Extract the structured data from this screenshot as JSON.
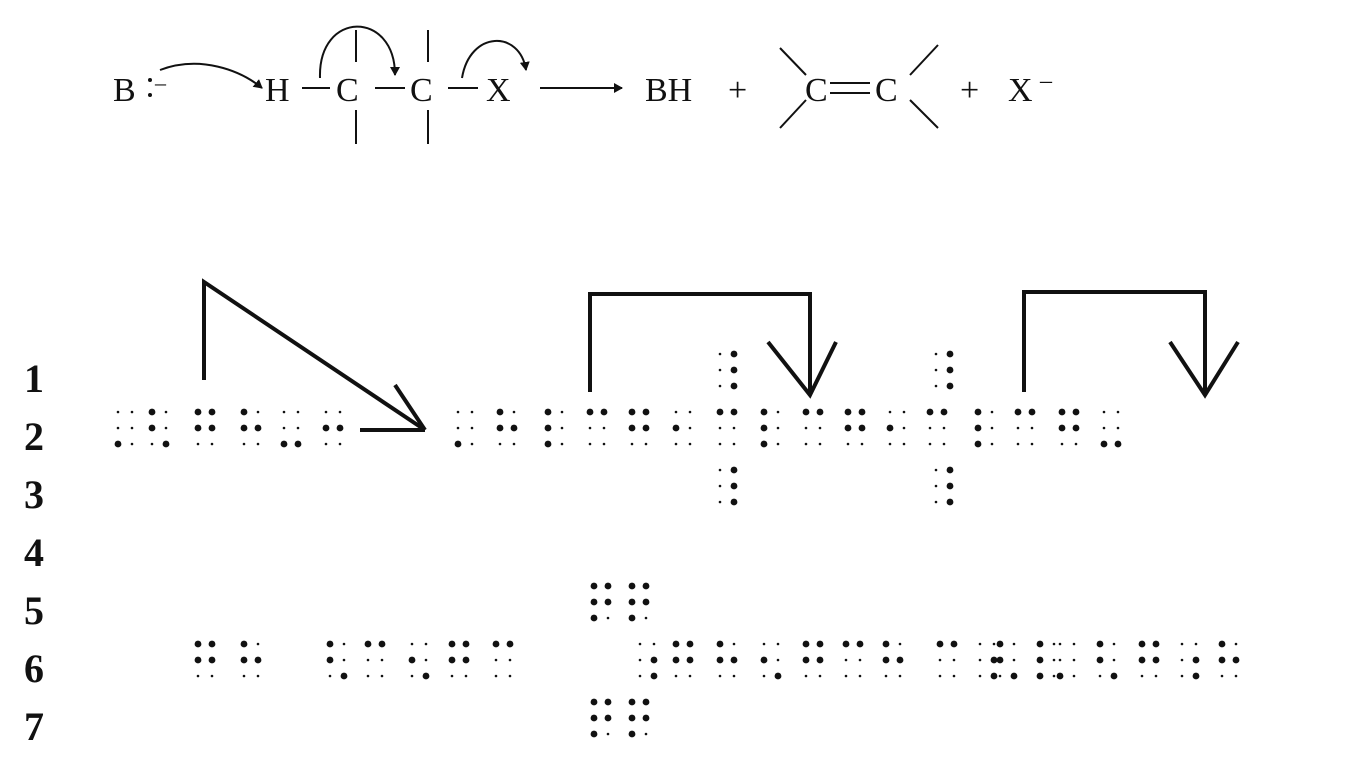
{
  "equation": {
    "base": "B",
    "base_charge": "–",
    "hydrogen": "H",
    "carbon_alpha": "C",
    "carbon_beta": "C",
    "leaving_group": "X",
    "product_bh": "BH",
    "plus_1": "+",
    "alkene_c1": "C",
    "alkene_c2": "C",
    "plus_2": "+",
    "halide": "X",
    "halide_charge": "–"
  },
  "braille": {
    "line_numbers": [
      "1",
      "2",
      "3",
      "4",
      "5",
      "6",
      "7"
    ],
    "cells": [
      {
        "line": 2,
        "dots": [
          3
        ]
      },
      {
        "line": 2,
        "dots": [
          1,
          2,
          6
        ]
      },
      {
        "line": 2,
        "dots": [
          1,
          2,
          4,
          5
        ]
      },
      {
        "line": 2,
        "dots": [
          1,
          2,
          5
        ]
      },
      {
        "line": 2,
        "dots": [
          3,
          6
        ]
      },
      {
        "line": 2,
        "dots": [
          2,
          5
        ]
      },
      {
        "line": 2,
        "dots": [
          3
        ]
      },
      {
        "line": 2,
        "dots": [
          1,
          2,
          5
        ]
      },
      {
        "line": 2,
        "dots": [
          1,
          2,
          3
        ]
      },
      {
        "line": 2,
        "dots": [
          1,
          4
        ]
      },
      {
        "line": 2,
        "dots": [
          1,
          2,
          4,
          5
        ]
      },
      {
        "line": 2,
        "dots": [
          2
        ]
      },
      {
        "line": 2,
        "dots": [
          1,
          4
        ]
      },
      {
        "line": 2,
        "dots": [
          1,
          2,
          3
        ]
      },
      {
        "line": 2,
        "dots": [
          1,
          4
        ]
      },
      {
        "line": 2,
        "dots": [
          1,
          2,
          4,
          5
        ]
      },
      {
        "line": 2,
        "dots": [
          2
        ]
      },
      {
        "line": 2,
        "dots": [
          1,
          4
        ]
      },
      {
        "line": 2,
        "dots": [
          1,
          2,
          3
        ]
      },
      {
        "line": 2,
        "dots": [
          1,
          4
        ]
      },
      {
        "line": 2,
        "dots": [
          1,
          2,
          4,
          5
        ]
      },
      {
        "line": 2,
        "dots": [
          3,
          6
        ]
      },
      {
        "line": 1,
        "dots": [
          4,
          5,
          6
        ]
      },
      {
        "line": 3,
        "dots": [
          4,
          5,
          6
        ]
      },
      {
        "line": 1,
        "dots": [
          4,
          5,
          6
        ]
      },
      {
        "line": 3,
        "dots": [
          4,
          5,
          6
        ]
      },
      {
        "line": 5,
        "dots": [
          1,
          2,
          3,
          4,
          5
        ]
      },
      {
        "line": 5,
        "dots": [
          1,
          2,
          3,
          4,
          5
        ]
      },
      {
        "line": 7,
        "dots": [
          1,
          2,
          3,
          4,
          5
        ]
      },
      {
        "line": 7,
        "dots": [
          1,
          2,
          3,
          4,
          5
        ]
      },
      {
        "line": 6,
        "dots": [
          1,
          2,
          4,
          5
        ]
      },
      {
        "line": 6,
        "dots": [
          1,
          2,
          5
        ]
      },
      {
        "line": 6,
        "dots": [
          1,
          2,
          6
        ]
      },
      {
        "line": 6,
        "dots": [
          1,
          4
        ]
      },
      {
        "line": 6,
        "dots": [
          2,
          6
        ]
      },
      {
        "line": 6,
        "dots": [
          1,
          2,
          4,
          5
        ]
      },
      {
        "line": 6,
        "dots": [
          1,
          4
        ]
      },
      {
        "line": 6,
        "dots": [
          5,
          6
        ]
      },
      {
        "line": 6,
        "dots": [
          1,
          2,
          4,
          5
        ]
      },
      {
        "line": 6,
        "dots": [
          1,
          2,
          5
        ]
      },
      {
        "line": 6,
        "dots": [
          2,
          6
        ]
      },
      {
        "line": 6,
        "dots": [
          1,
          2,
          4,
          5
        ]
      },
      {
        "line": 6,
        "dots": [
          1,
          4
        ]
      },
      {
        "line": 6,
        "dots": [
          1,
          2,
          5
        ]
      },
      {
        "line": 6,
        "dots": [
          3
        ]
      },
      {
        "line": 6,
        "dots": [
          1,
          2,
          6
        ]
      },
      {
        "line": 6,
        "dots": [
          1,
          2,
          4,
          5
        ]
      },
      {
        "line": 6,
        "dots": [
          5,
          6
        ]
      },
      {
        "line": 6,
        "dots": [
          1,
          2,
          5
        ]
      },
      {
        "line": 6,
        "dots": [
          1,
          2,
          6
        ]
      },
      {
        "line": 6,
        "dots": [
          1,
          2,
          3
        ]
      },
      {
        "line": 6,
        "dots": [
          1,
          4
        ]
      },
      {
        "line": 6,
        "dots": [
          5,
          6
        ]
      }
    ]
  }
}
